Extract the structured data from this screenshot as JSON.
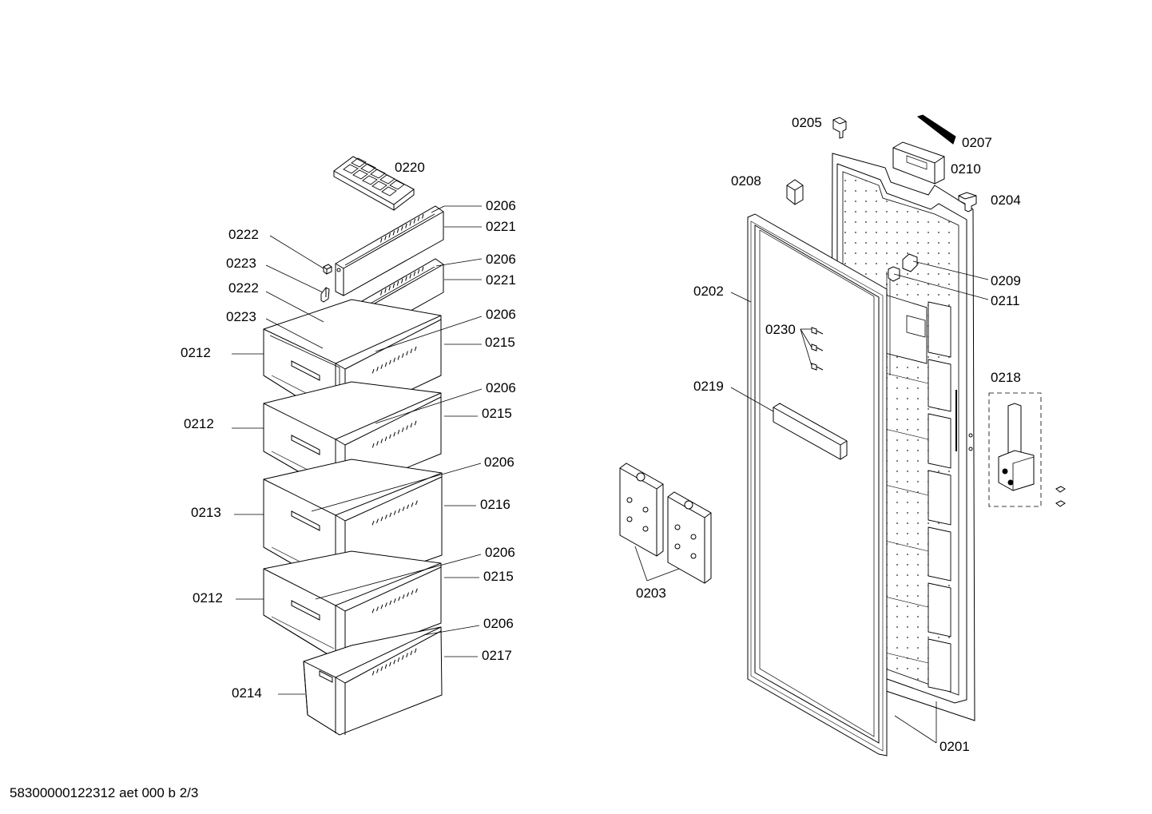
{
  "labels": {
    "p0220": "0220",
    "p0206a": "0206",
    "p0221a": "0221",
    "p0222a": "0222",
    "p0223a": "0223",
    "p0206b": "0206",
    "p0221b": "0221",
    "p0222b": "0222",
    "p0223b": "0223",
    "p0206c": "0206",
    "p0215a": "0215",
    "p0212a": "0212",
    "p0206d": "0206",
    "p0215b": "0215",
    "p0212b": "0212",
    "p0206e": "0206",
    "p0216": "0216",
    "p0213": "0213",
    "p0206f": "0206",
    "p0215c": "0215",
    "p0212c": "0212",
    "p0206g": "0206",
    "p0217": "0217",
    "p0214": "0214",
    "p0205": "0205",
    "p0207": "0207",
    "p0210": "0210",
    "p0208": "0208",
    "p0204": "0204",
    "p0202": "0202",
    "p0209": "0209",
    "p0211": "0211",
    "p0230": "0230",
    "p0219": "0219",
    "p0218": "0218",
    "p0203": "0203",
    "p0201": "0201"
  },
  "footer": "58300000122312 aet 000 b 2/3"
}
